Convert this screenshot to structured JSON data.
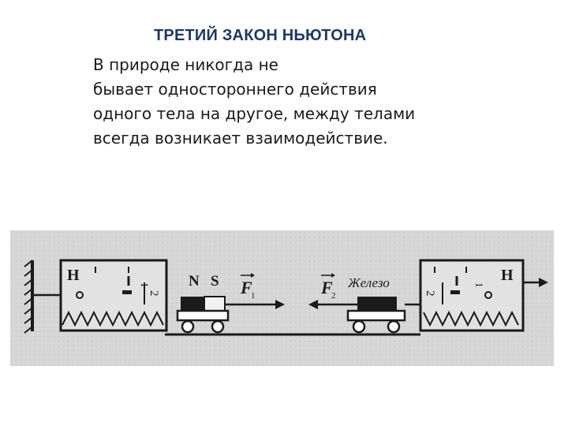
{
  "slide": {
    "title": "ТРЕТИЙ ЗАКОН НЬЮТОНА",
    "lines": [
      "В природе никогда не",
      "бывает одностороннего действия",
      "одного тела на другое, между телами",
      "всегда возникает взаимодействие."
    ]
  },
  "figure": {
    "left_meter_label": "Н",
    "right_meter_label": "Н",
    "left_scale_marks": [
      "1",
      "2"
    ],
    "right_scale_marks": [
      "2",
      "1"
    ],
    "magnet_poles": [
      "N",
      "S"
    ],
    "force_left": "F",
    "force_left_sub": "1",
    "force_right": "F",
    "force_right_sub": "2",
    "iron_label": "Железо",
    "colors": {
      "ink": "#1b1b1b",
      "panel": "#d9d9d9",
      "title": "#1f3864"
    }
  }
}
